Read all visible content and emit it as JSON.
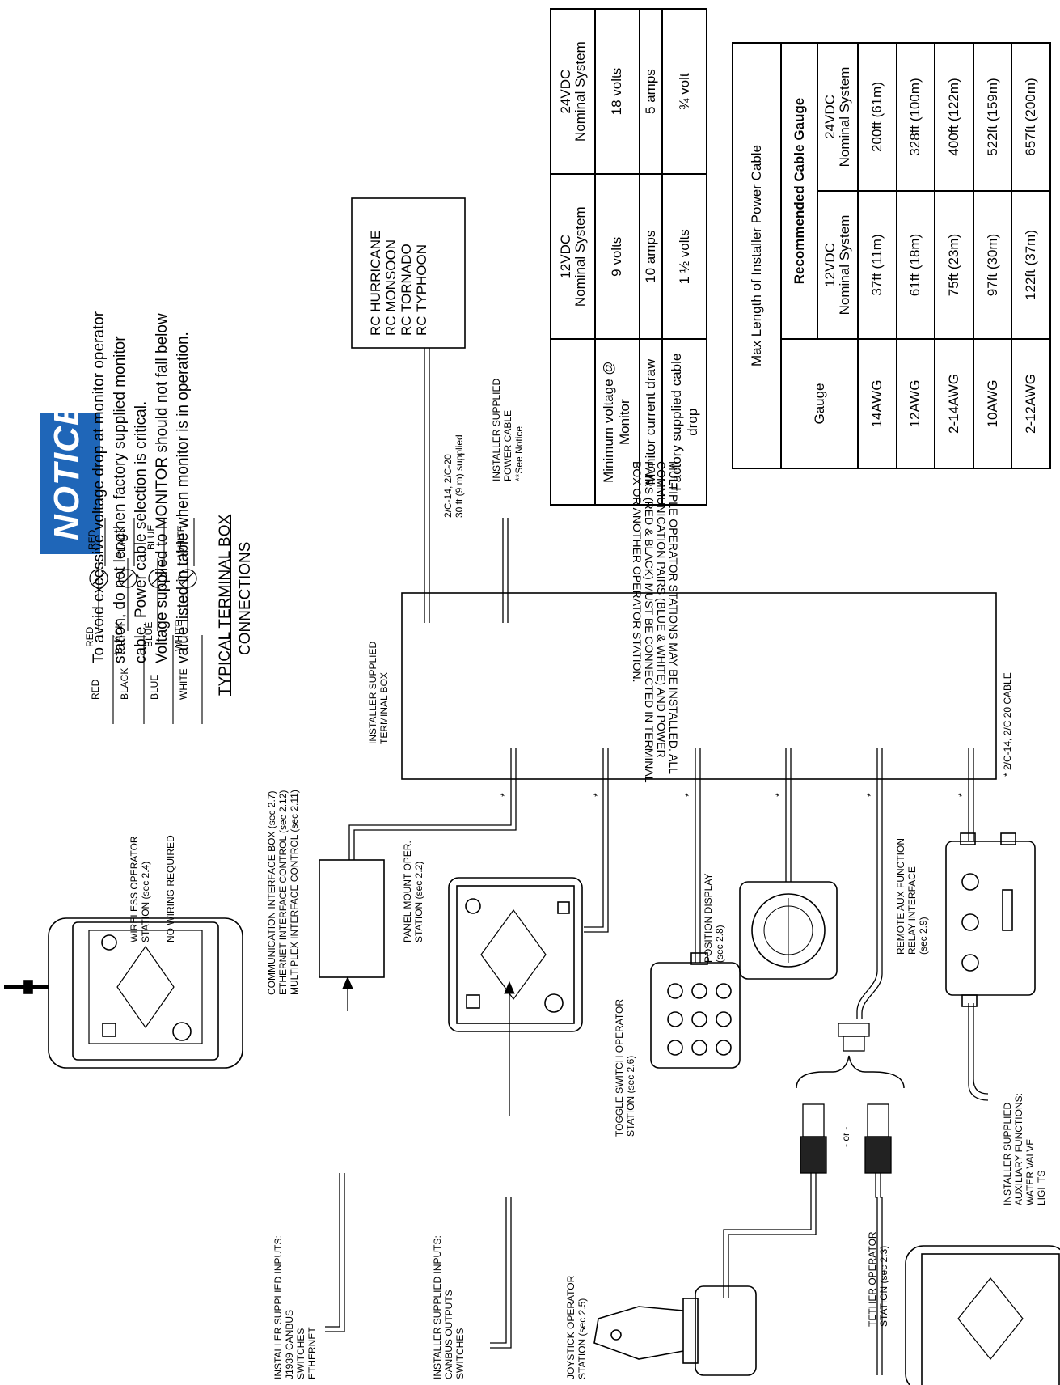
{
  "notice": {
    "title": "NOTICE",
    "lines": [
      "To avoid excessive voltage drop at monitor operator",
      "station, do not lengthen factory supplied monitor",
      "cable. Power cable selection is critical.",
      "Voltage supplied to MONITOR should not fall below",
      "value listed in table when monitor is in operation."
    ]
  },
  "voltage_table": {
    "headers": [
      "",
      "12VDC\nNominal System",
      "24VDC\nNominal System"
    ],
    "rows": [
      [
        "Minimum voltage @ Monitor",
        "9 volts",
        "18 volts"
      ],
      [
        "Monitor current draw",
        "10 amps",
        "5 amps"
      ],
      [
        "Factory supplied cable drop",
        "1 ½ volts",
        "¾ volt"
      ]
    ]
  },
  "cable_table": {
    "title": "Max Length of Installer Power Cable",
    "group_header": "Recommended Cable Gauge",
    "headers": [
      "Gauge",
      "12VDC\nNominal System",
      "24VDC\nNominal System"
    ],
    "rows": [
      [
        "14AWG",
        "37ft (11m)",
        "200ft (61m)"
      ],
      [
        "12AWG",
        "61ft (18m)",
        "328ft (100m)"
      ],
      [
        "2-14AWG",
        "75ft (23m)",
        "400ft (122m)"
      ],
      [
        "10AWG",
        "97ft (30m)",
        "522ft (159m)"
      ],
      [
        "2-12AWG",
        "122ft (37m)",
        "657ft (200m)"
      ]
    ]
  },
  "monitors": [
    "RC HURRICANE",
    "RC MONSOON",
    "RC TORNADO",
    "RC TYPHOON"
  ],
  "supplied_cable": [
    "2/C-14, 2/C-20",
    "30 ft (9 m) supplied"
  ],
  "power_cable": [
    "INSTALLER SUPPLIED",
    "POWER CABLE",
    "**See Notice"
  ],
  "terminal_box": {
    "label": [
      "INSTALLER SUPPLIED",
      "TERMINAL BOX"
    ],
    "note": [
      "MULTIPLE OPERATOR STATIONS MAY BE INSTALLED. ALL",
      "COMMUNICATION PAIRS (BLUE & WHITE) AND POWER",
      "PAIRS (RED & BLACK) MUST BE CONNECTED IN TERMINAL",
      "BOX OR ANOTHER OPERATOR STATION."
    ],
    "cable_footnote": "* 2/C-14, 2/C 20 CABLE",
    "asterisk": "*"
  },
  "terminal_connections": {
    "title": [
      "TYPICAL TERMINAL BOX",
      "CONNECTIONS"
    ],
    "left": [
      "RED",
      "BLACK",
      "BLUE",
      "WHITE"
    ],
    "mid": [
      "RED",
      "BLACK",
      "BLUE",
      "WHITE"
    ],
    "right": [
      "RED",
      "BLACK",
      "BLUE",
      "WHITE"
    ]
  },
  "wireless": {
    "label": [
      "WIRELESS OPERATOR",
      "STATION (sec 2.4)"
    ],
    "note": "NO WIRING REQUIRED"
  },
  "comm_box": [
    "COMMUNICATION INTERFACE BOX (sec 2.7)",
    "ETHERNET INTERFACE CONTROL (sec 2.12)",
    "MULTIPLEX INTERFACE CONTROL (sec 2.11)"
  ],
  "inputs1": [
    "INSTALLER SUPPLIED INPUTS:",
    "J1939 CANBUS",
    "SWITCHES",
    "ETHERNET"
  ],
  "inputs2": [
    "INSTALLER SUPPLIED INPUTS:",
    "CANBUS OUTPUTS",
    "SWITCHES"
  ],
  "panel_mount": [
    "PANEL MOUNT OPER.",
    "STATION (sec 2.2)"
  ],
  "toggle": [
    "TOGGLE SWITCH OPERATOR",
    "STATION (sec 2.6)"
  ],
  "position": [
    "POSITION DISPLAY",
    "(sec 2.8)"
  ],
  "joystick": [
    "JOYSTICK OPERATOR",
    "STATION (sec 2.5)"
  ],
  "tether": [
    "TETHER OPERATOR",
    "STATION (sec 2.3)"
  ],
  "or_label": "- or -",
  "remote_aux": [
    "REMOTE AUX FUNCTION",
    "RELAY INTERFACE",
    "(sec 2.9)"
  ],
  "aux_functions": [
    "INSTALLER SUPPLIED",
    "AUXILIARY FUNCTIONS:",
    "WATER VALVE",
    "LIGHTS"
  ]
}
